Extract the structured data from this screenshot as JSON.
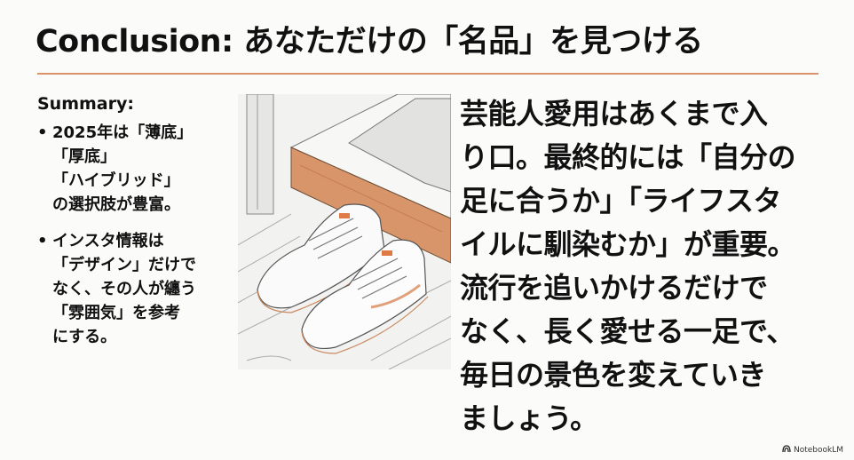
{
  "slide": {
    "title": "Conclusion: あなただけの「名品」を見つける",
    "accent_color": "#d9936a",
    "summary": {
      "heading": "Summary:",
      "bullets": [
        "2025年は「薄底」\n「厚底」\n「ハイブリッド」\nの選択肢が豊富。",
        "インスタ情報は\n「デザイン」だけで\nなく、その人が纏う\n「雰囲気」を参考\nにする。"
      ]
    },
    "illustration": {
      "description": "white sneakers with orange accents on wooden entryway floor",
      "icon": "sneakers-illustration"
    },
    "conclusion_text": "芸能人愛用はあくまで入\nり口。最終的には「自分の\n足に合うか」「ライフスタ\nイルに馴染むか」が重要。\n流行を追いかけるだけで\nなく、長く愛せる一足で、\n毎日の景色を変えていき\nましょう。",
    "branding": "NotebookLM"
  }
}
